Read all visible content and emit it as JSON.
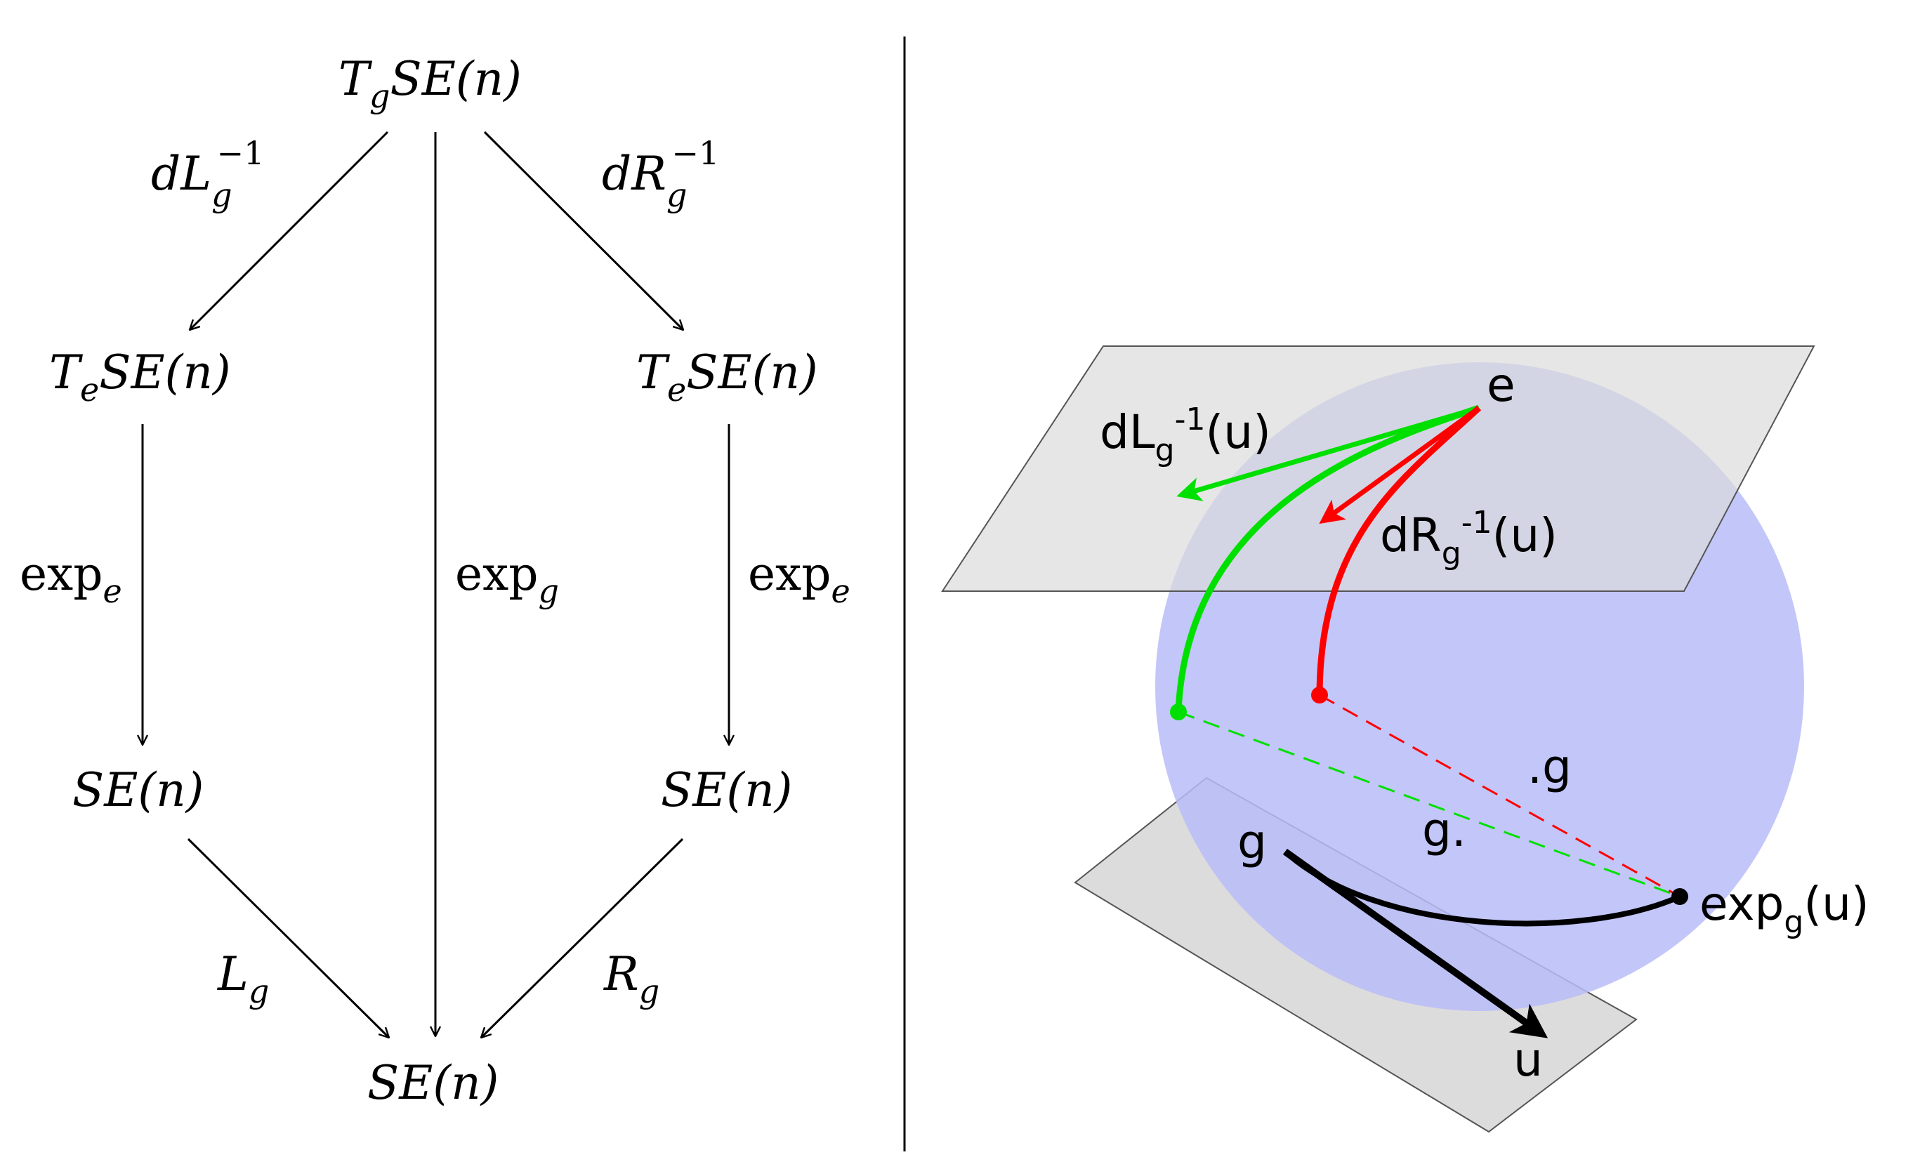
{
  "commutative_diagram": {
    "nodes": {
      "top": {
        "base": "T",
        "sub": "g",
        "rest": "SE(n)"
      },
      "mid_left": {
        "base": "T",
        "sub": "e",
        "rest": "SE(n)"
      },
      "mid_right": {
        "base": "T",
        "sub": "e",
        "rest": "SE(n)"
      },
      "low_left": "SE(n)",
      "low_right": "SE(n)",
      "bottom": "SE(n)"
    },
    "arrow_labels": {
      "dL": {
        "base": "dL",
        "sub": "g",
        "sup": "−1"
      },
      "dR": {
        "base": "dR",
        "sub": "g",
        "sup": "−1"
      },
      "exp_left": {
        "base": "exp",
        "sub": "e"
      },
      "exp_center": {
        "base": "exp",
        "sub": "g"
      },
      "exp_right": {
        "base": "exp",
        "sub": "e"
      },
      "L": {
        "base": "L",
        "sub": "g"
      },
      "R": {
        "base": "R",
        "sub": "g"
      }
    }
  },
  "illustration": {
    "e_label": "e",
    "g_label": "g",
    "u_label": "u",
    "dl": {
      "base": "dL",
      "sub": "g",
      "sup": "-1",
      "arg": "(u)"
    },
    "dr": {
      "base": "dR",
      "sub": "g",
      "sup": "-1",
      "arg": "(u)"
    },
    "right_action_label": ".g",
    "left_action_label": "g.",
    "exp": {
      "base": "exp",
      "sub": "g",
      "arg": "(u)"
    },
    "colors": {
      "sphere": "#c4c6fa",
      "plane": "#dcdcdc",
      "left_path": "#00e000",
      "right_path": "#ff0000",
      "base_curve": "#000000"
    }
  }
}
